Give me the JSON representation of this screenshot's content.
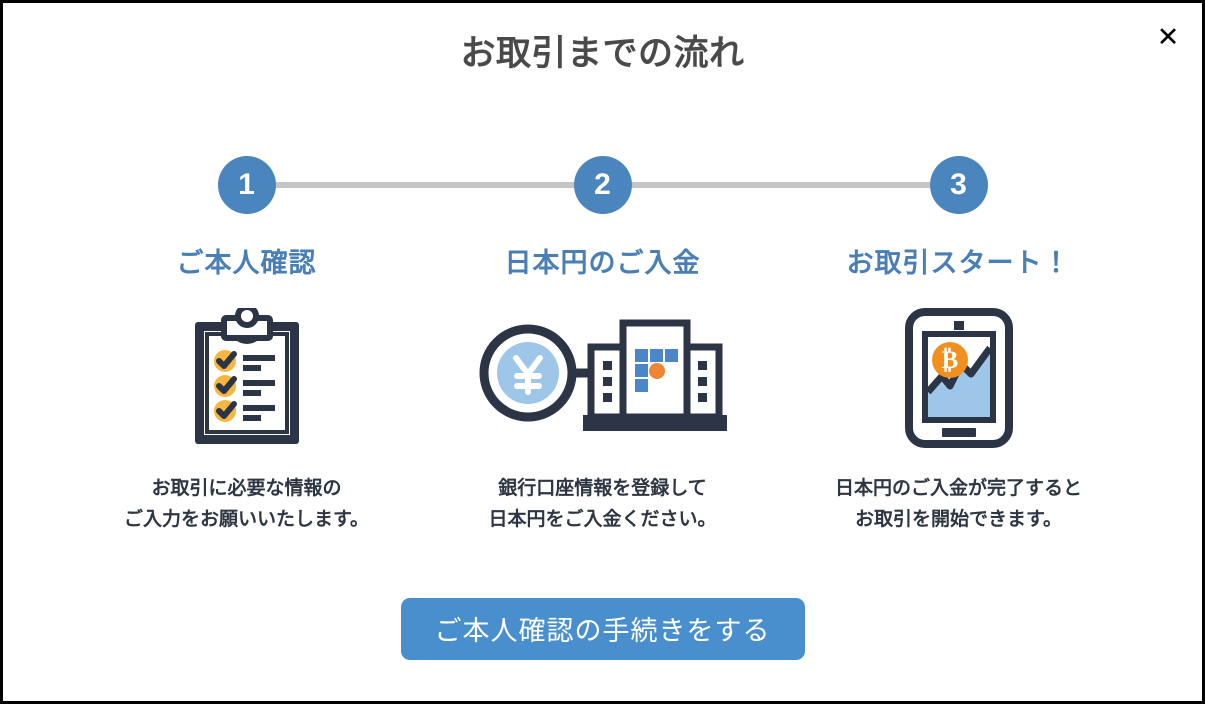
{
  "modal": {
    "title": "お取引までの流れ",
    "close_label": "✕",
    "close_icon": "close-icon",
    "border_color": "#000000",
    "background": "#ffffff"
  },
  "theme": {
    "accent_blue": "#4a86bd",
    "label_blue": "#4a7fb5",
    "button_blue": "#4a8fcd",
    "title_gray": "#4a4a4a",
    "desc_navy": "#2e3644",
    "connector_gray": "#c3c5c7",
    "icon_navy": "#2b3545",
    "icon_orange": "#f5a623",
    "icon_light_blue": "#9dc6e8",
    "bitcoin_orange": "#f0901e",
    "logo_blue": "#4a86c8",
    "logo_orange": "#ef8432"
  },
  "steps": [
    {
      "number": "1",
      "label": "ご本人確認",
      "icon": "clipboard-checklist-icon",
      "description_line1": "お取引に必要な情報の",
      "description_line2": "ご入力をお願いいたします。"
    },
    {
      "number": "2",
      "label": "日本円のご入金",
      "icon": "yen-coin-to-bank-icon",
      "description_line1": "銀行口座情報を登録して",
      "description_line2": "日本円をご入金ください。"
    },
    {
      "number": "3",
      "label": "お取引スタート！",
      "icon": "tablet-bitcoin-chart-icon",
      "description_line1": "日本円のご入金が完了すると",
      "description_line2": "お取引を開始できます。"
    }
  ],
  "cta": {
    "label": "ご本人確認の手続きをする"
  }
}
